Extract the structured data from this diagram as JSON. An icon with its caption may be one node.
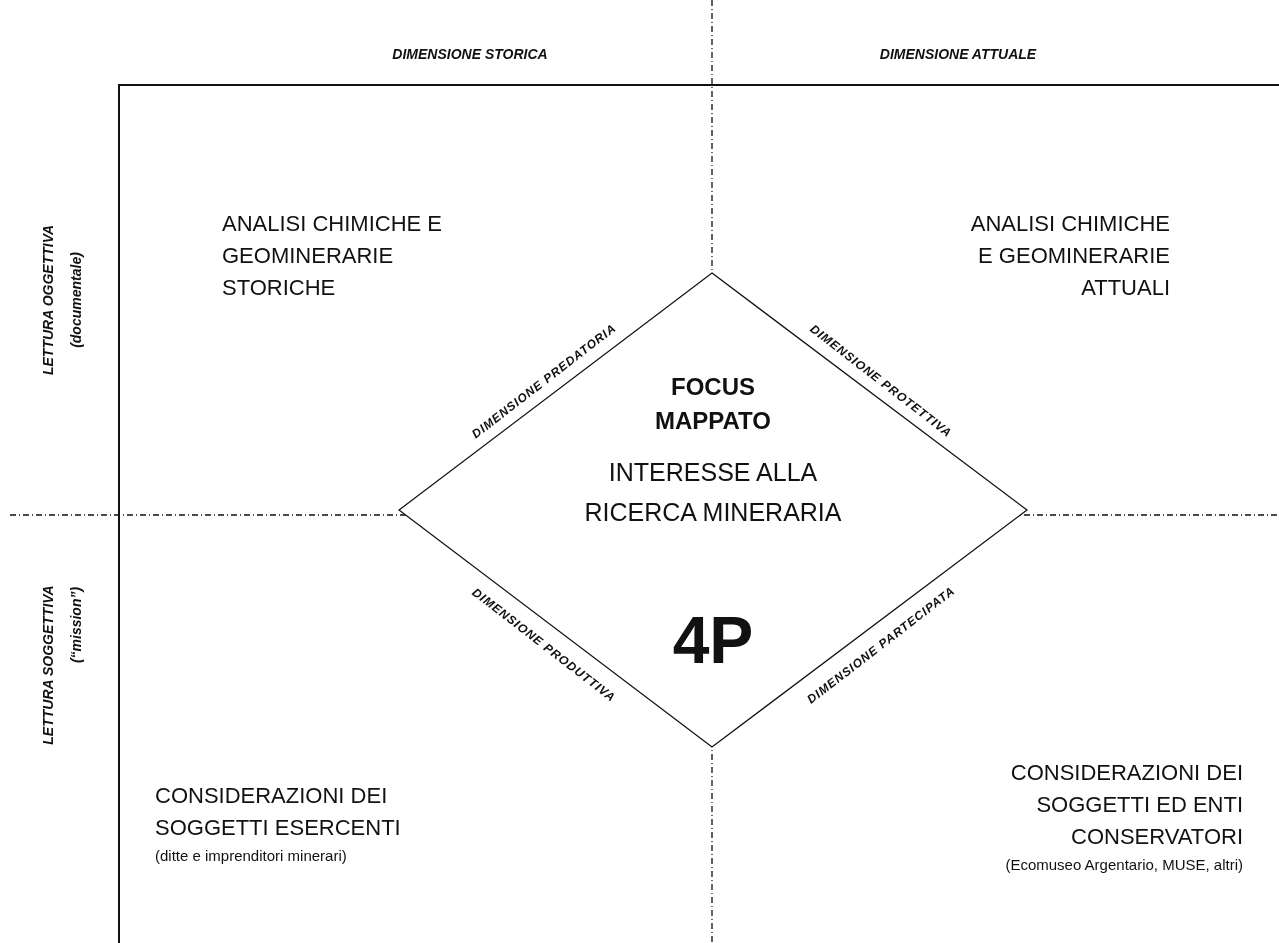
{
  "diagram": {
    "nodes": [
      {
        "text": [
          "FOCUS MAPPATO",
          "INTERESSE ALLA RICERCA MINERARIA",
          "4P"
        ],
        "beside": [
          "DIMENSIONE PREDATORIA",
          "DIMENSIONE PROTETTIVA",
          "DIMENSIONE PRODUTTIVA",
          "DIMENSIONE PARTECIPATA"
        ]
      }
    ],
    "edges": [],
    "labels": [
      "DIMENSIONE STORICA",
      "DIMENSIONE ATTUALE",
      "ANALISI CHIMICHE E GEOMINERARIE STORICHE",
      "ANALISI CHIMICHE E GEOMINERARIE ATTUALI",
      "LETTURA OGGETTIVA",
      "(documentale)",
      "LETTURA SOGGETTIVA",
      "(“mission”)",
      "CONSIDERAZIONI DEI SOGGETTI ESERCENTI",
      "(ditte e imprenditori minerari)",
      "CONSIDERAZIONI DEI SOGGETTI ED ENTI CONSERVATORI",
      "(Ecomuseo Argentario, MUSE, altri)"
    ]
  }
}
